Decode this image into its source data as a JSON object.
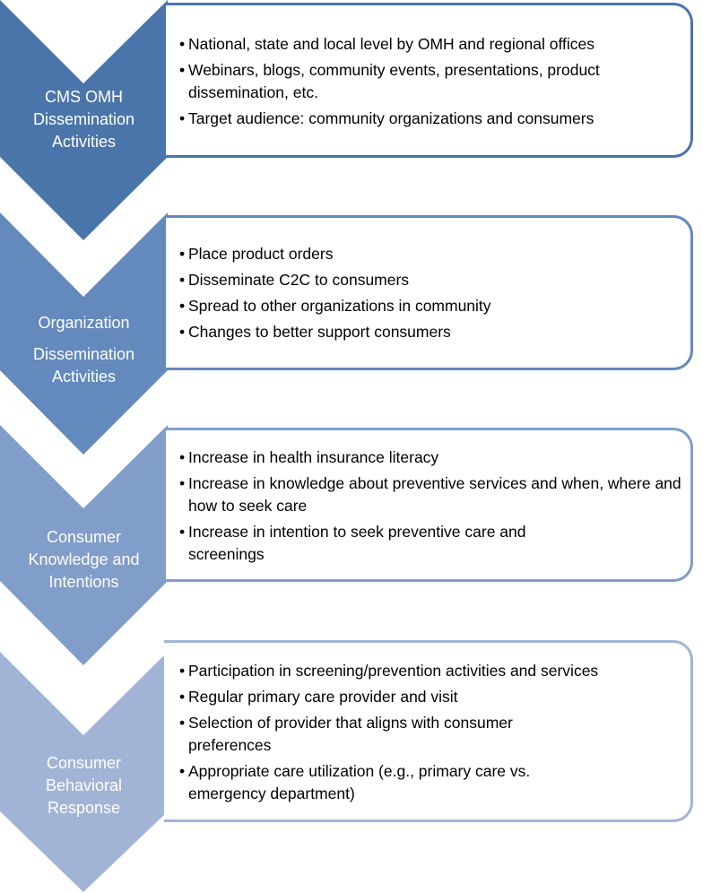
{
  "colors": {
    "stage1": "#4a75ab",
    "stage2": "#6389bd",
    "stage3": "#819dc9",
    "stage4": "#a2b4d6"
  },
  "stages": [
    {
      "title_lines": [
        "CMS  OMH",
        "Dissemination",
        "Activities"
      ],
      "bullets": [
        "National, state and local level by OMH and regional offices",
        "Webinars, blogs, community events, presentations, product dissemination, etc.",
        "Target audience: community organizations and consumers"
      ]
    },
    {
      "title_lines": [
        "Organization",
        "Dissemination",
        "Activities"
      ],
      "bullets": [
        "Place product orders",
        "Disseminate C2C to consumers",
        "Spread to other organizations in community",
        "Changes to better support consumers"
      ]
    },
    {
      "title_lines": [
        "Consumer",
        "Knowledge and",
        "Intentions"
      ],
      "bullets": [
        "Increase in health insurance literacy",
        "Increase in knowledge about preventive services and when, where and how to seek care",
        "Increase in intention to seek preventive care and screenings"
      ]
    },
    {
      "title_lines": [
        "Consumer",
        "Behavioral",
        "Response"
      ],
      "bullets": [
        "Participation in screening/prevention activities and services",
        "Regular primary care provider and visit",
        "Selection of provider that aligns with consumer preferences",
        "Appropriate care utilization (e.g., primary care vs. emergency department)"
      ]
    }
  ]
}
